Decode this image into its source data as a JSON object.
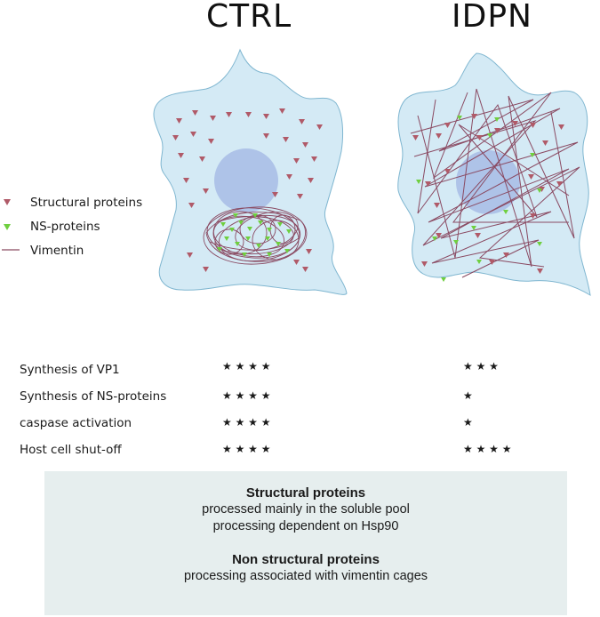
{
  "titles": {
    "ctrl": "CTRL",
    "idpn": "IDPN"
  },
  "legend": [
    {
      "label": "Structural proteins",
      "icon": "structural-protein-triangle",
      "color": "#b05a68"
    },
    {
      "label": "NS-proteins",
      "icon": "ns-protein-triangle",
      "color": "#6fcf3f"
    },
    {
      "label": "Vimentin",
      "icon": "vimentin-line",
      "color": "#8a4a62"
    }
  ],
  "table": {
    "rows": [
      {
        "label": "Synthesis of  VP1",
        "ctrl": "★ ★ ★ ★",
        "idpn": "★ ★ ★"
      },
      {
        "label": "Synthesis of NS-proteins",
        "ctrl": "★ ★ ★ ★",
        "idpn": "★"
      },
      {
        "label": "caspase activation",
        "ctrl": "★ ★ ★ ★",
        "idpn": "★"
      },
      {
        "label": "Host cell shut-off",
        "ctrl": "★ ★ ★ ★",
        "idpn": "★ ★ ★ ★"
      }
    ]
  },
  "summary": {
    "structural_heading": "Structural proteins",
    "structural_line1": "processed mainly in the soluble pool",
    "structural_line2": "processing dependent on Hsp90",
    "nonstructural_heading": "Non structural proteins",
    "nonstructural_line1": "processing associated with vimentin cages"
  },
  "colors": {
    "cell_fill": "#d4eaf5",
    "cell_stroke": "#7fb6d0",
    "nucleus": "#aec3e8",
    "structural": "#b05a68",
    "ns": "#6fcf3f",
    "vimentin": "#8a4a62",
    "summary_bg": "#e6eeee"
  }
}
